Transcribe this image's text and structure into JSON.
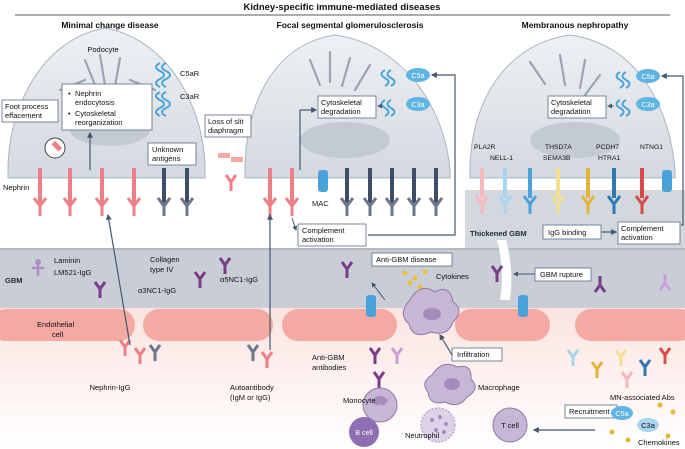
{
  "title": "Kidney-specific immune-mediated diseases",
  "columns": {
    "mcd": "Minimal change disease",
    "fsgs": "Focal segmental glomerulosclerosis",
    "mn": "Membranous nephropathy"
  },
  "mcd": {
    "podocyte": "Podocyte",
    "c5ar": "C5aR",
    "c3ar": "C3aR",
    "foot_process_1": "Foot process",
    "foot_process_2": "effacement",
    "bullet1_1": "Nephrin",
    "bullet1_2": "endocytosis",
    "bullet2_1": "Cytoskeletal",
    "bullet2_2": "reorganization",
    "unknown_1": "Unknown",
    "unknown_2": "antigens",
    "nephrin": "Nephrin"
  },
  "fsgs": {
    "loss_1": "Loss of slit",
    "loss_2": "diaphragm",
    "c5a": "C5a",
    "c3a": "C3a",
    "cyto_1": "Cytoskeletal",
    "cyto_2": "degradation",
    "mac": "MAC",
    "complement_1": "Complement",
    "complement_2": "activation"
  },
  "mn": {
    "c5a": "C5a",
    "c3a": "C3a",
    "cyto_1": "Cytoskeletal",
    "cyto_2": "degradation",
    "pla2r": "PLA2R",
    "nell1": "NELL-1",
    "thsd7a": "THSD7A",
    "sema3b": "SEMA3B",
    "pcdh7": "PCDH7",
    "htra1": "HTRA1",
    "ntng1": "NTNG1",
    "thickened_gbm": "Thickened GBM",
    "igg_binding": "IgG binding",
    "complement_1": "Complement",
    "complement_2": "activation"
  },
  "lower": {
    "gbm": "GBM",
    "laminin": "Laminin",
    "lm521": "LM521-IgG",
    "collagen_1": "Collagen",
    "collagen_2": "type IV",
    "a3nc1": "α3NC1-IgG",
    "a5nc1": "α5NC1-IgG",
    "anti_gbm_disease": "Anti-GBM disease",
    "cytokines": "Cytokines",
    "gbm_rupture": "GBM rupture",
    "endothelial_1": "Endothelial",
    "endothelial_2": "cell",
    "nephrin_igg": "Nephrin-IgG",
    "autoantibody_1": "Autoantibody",
    "autoantibody_2": "(IgM or IgG)",
    "anti_gbm_ab_1": "Anti-GBM",
    "anti_gbm_ab_2": "antibodies",
    "infiltration": "Infiltration",
    "macrophage": "Macrophage",
    "monocyte": "Monocyte",
    "b_cell": "B cell",
    "neutrophil": "Neutrophil",
    "t_cell": "T cell",
    "recruitment": "Recruitment",
    "c5a": "C5a",
    "c3a": "C3a",
    "mn_abs": "MN-associated Abs",
    "chemokines": "Chemokines"
  },
  "colors": {
    "podocyte": "#dde2e8",
    "gbm_band": "#c9ced6",
    "endothelium": "#f5a9a3",
    "cell_purple": "#c8b6d6",
    "receptor_blue": "#4aa3d8",
    "nephrin_red": "#ee7f86",
    "antigen_navy": "#3f4e68",
    "antibody_purple": "#7a3c88"
  }
}
